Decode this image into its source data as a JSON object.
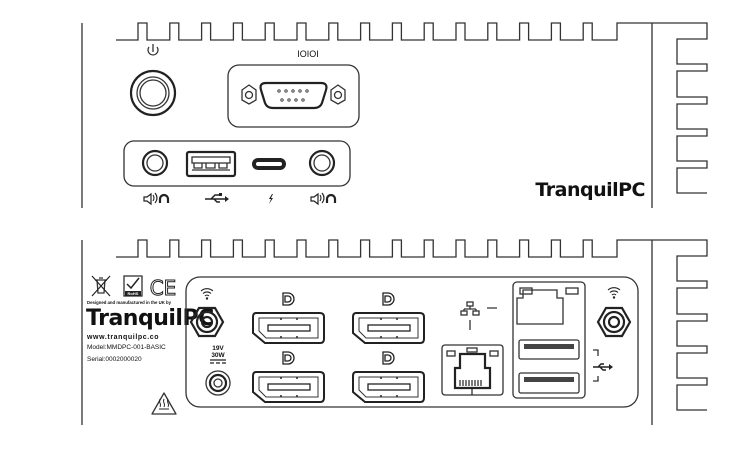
{
  "front_panel": {
    "serial_port_label": "IOIOI",
    "brand_logo": "TranquilPC",
    "icons": [
      "power-icon",
      "serial-port",
      "audio-jack",
      "usb-icon",
      "thunderbolt-icon",
      "headphone-icon",
      "speaker-icon"
    ]
  },
  "back_panel": {
    "compliance": {
      "rohs": "RoHS",
      "ce": "CE"
    },
    "designed_text": "Designed and manufactured in the UK by",
    "brand_logo": "TranquilPC",
    "website": "www.tranquilpc.co",
    "model": "Model:MMDPC-001-BASIC",
    "serial": "Serial:0002000020",
    "power_voltage": "19V",
    "power_wattage": "30W",
    "icons": [
      "wifi-icon",
      "antenna-connector",
      "displayport-icon",
      "network-icon",
      "usb-icon",
      "hot-surface-icon",
      "weee-bin-icon"
    ]
  },
  "colors": {
    "line": "#333333",
    "background": "#ffffff"
  }
}
